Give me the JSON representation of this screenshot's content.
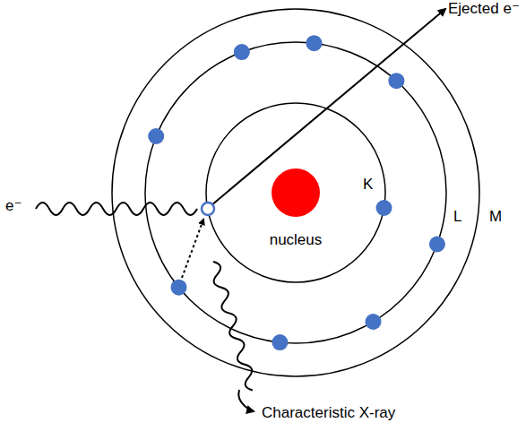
{
  "diagram": {
    "labels": [
      "Ejected e⁻",
      "e⁻",
      "K",
      "L",
      "M",
      "nucleus",
      "Characteristic X-ray"
    ]
  }
}
